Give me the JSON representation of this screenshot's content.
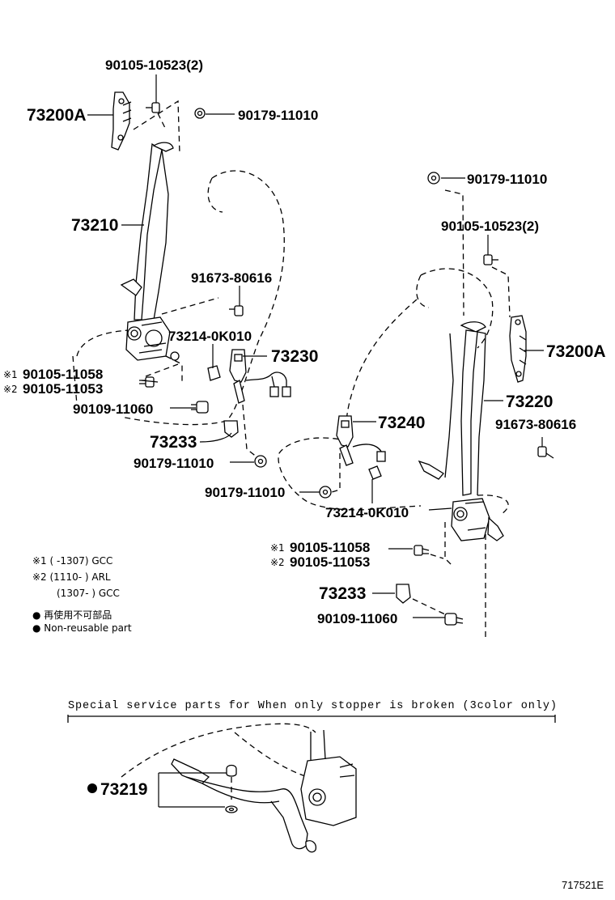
{
  "parts": {
    "left": {
      "bolt_top": "90105-10523(2)",
      "anchor": "73200A",
      "nut_top": "90179-11010",
      "belt_assy": "73210",
      "bolt_mid": "91673-80616",
      "sensor": "73214-0K010",
      "buckle": "73230",
      "bolt_n1": "90105-11058",
      "bolt_n2": "90105-11053",
      "bolt_lower": "90109-11060",
      "cover": "73233",
      "nut_lower": "90179-11010"
    },
    "right": {
      "nut_top": "90179-11010",
      "bolt_top": "90105-10523(2)",
      "anchor": "73200A",
      "belt_assy": "73220",
      "bolt_mid": "91673-80616",
      "buckle": "73240",
      "nut_buckle": "90179-11010",
      "sensor": "73214-0K010",
      "bolt_n1": "90105-11058",
      "bolt_n2": "90105-11053",
      "cover": "73233",
      "bolt_lower": "90109-11060"
    },
    "stopper": "73219"
  },
  "markers": {
    "m1": "※1",
    "m2": "※2",
    "dot": "●"
  },
  "legend": {
    "line1": "※1 (      -1307) GCC",
    "line2": "※2 (1110-       ) ARL",
    "line3": "(1307-       ) GCC",
    "line4": "● 再使用不可部品",
    "line5": "● Non-reusable part"
  },
  "special_note": "Special service parts for When only stopper is broken (3color only)",
  "figure_id": "717521E"
}
